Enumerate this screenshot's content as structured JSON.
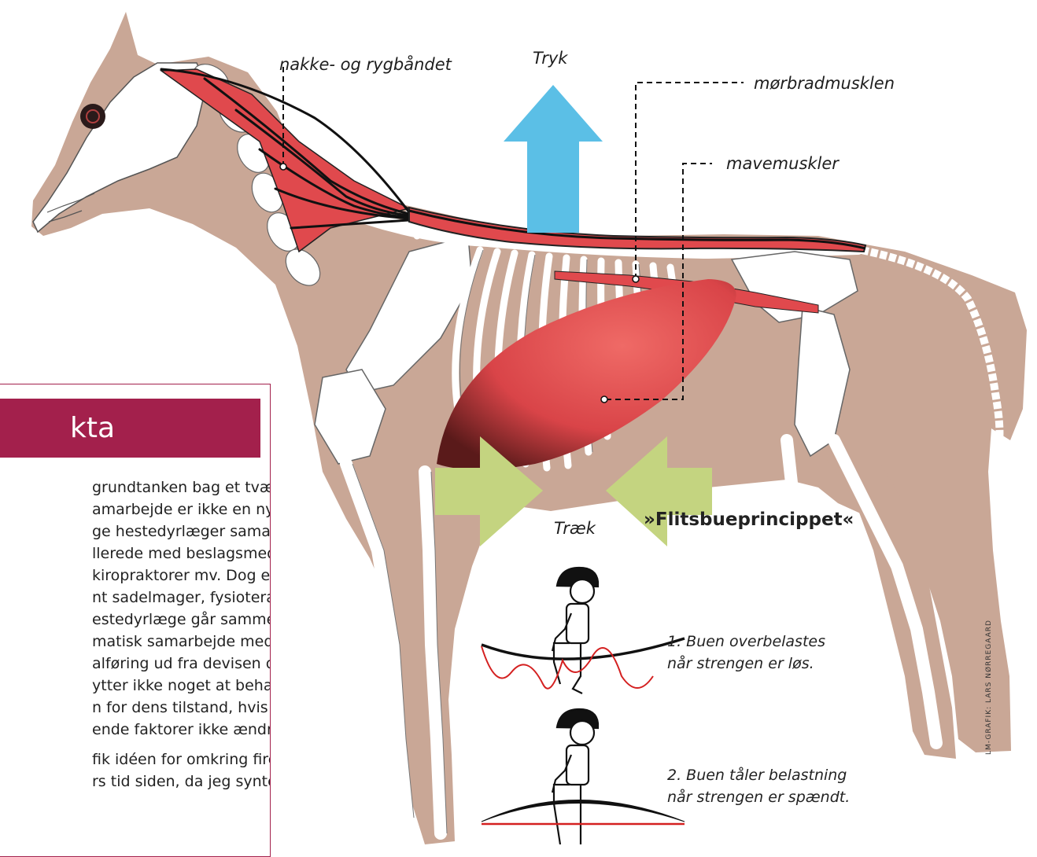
{
  "labels": {
    "nuchal": "nakke- og rygbåndet",
    "push": "Tryk",
    "psoas": "mørbradmusklen",
    "abdominal": "mavemuskler",
    "pull": "Træk"
  },
  "fact_box": {
    "heading": "kta",
    "lines": [
      "grundtanken bag et tværfag-",
      "amarbejde er ikke en nyhed.",
      "ge hestedyrlæger samarbej-",
      "llerede med beslagsmed og",
      "kiropraktorer mv. Dog er det",
      "nt sadelmager, fysioterapeut",
      "estedyrlæge går sammen i et",
      "matisk samarbejde med fælles",
      "alføring ud fra devisen om,« at",
      "ytter ikke noget at behandle",
      "n for dens tilstand, hvis de",
      "ende faktorer ikke ændres«.",
      "fik idéen for omkring fire må-",
      "rs tid siden, da jeg syntes, der"
    ]
  },
  "principle": {
    "title": "»Flitsbueprincippet«",
    "caption1": [
      "1. Buen overbelastes",
      "når strengen er løs."
    ],
    "caption2": [
      "2. Buen tåler belastning",
      "når strengen er spændt."
    ]
  },
  "credit": "LM-GRAFIK: LARS NØRREGAARD",
  "colors": {
    "body": "#c9a796",
    "bone": "#ffffff",
    "muscle": "#e0494d",
    "push_arrow": "#5bbfe6",
    "pull_arrows": "#c4d480",
    "accent": "#a3204c"
  }
}
